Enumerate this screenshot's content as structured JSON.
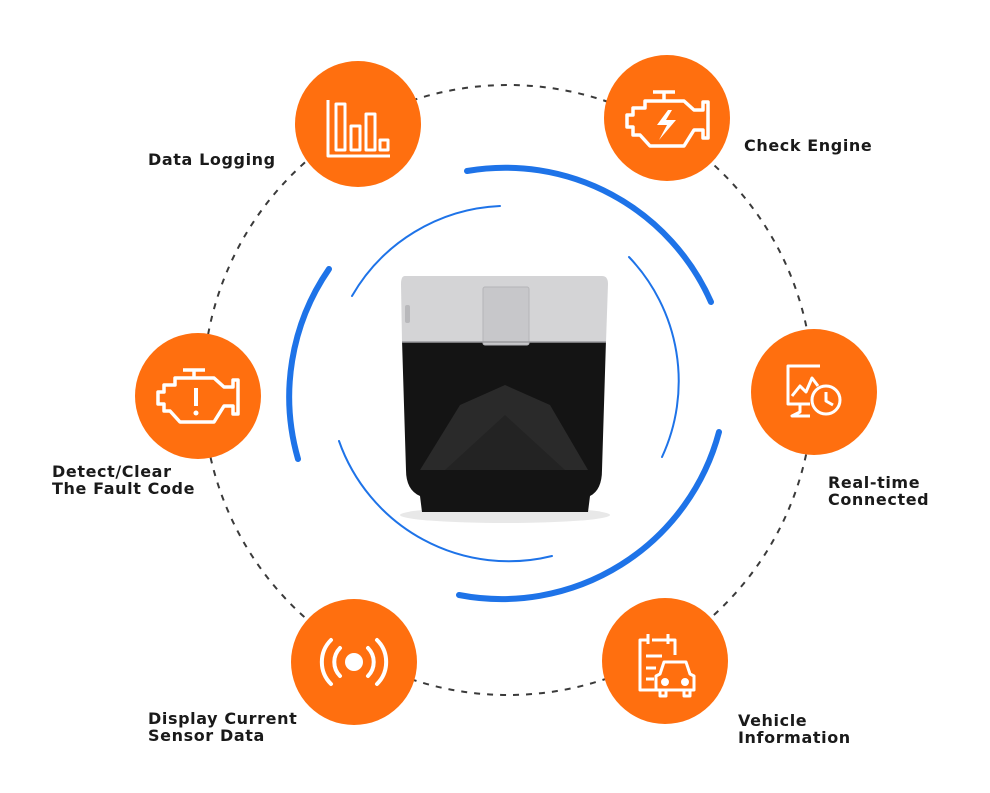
{
  "colors": {
    "accent_orange": "#ff6f0f",
    "ring_blue": "#1e73e8",
    "device_body": "#141414",
    "device_cap": "#d4d4d6",
    "label_text": "#1a1a1a",
    "dashed_ring": "#3a3a3a"
  },
  "features": [
    {
      "id": "data-logging",
      "icon": "bar-chart-icon",
      "label_lines": [
        "Data Logging"
      ]
    },
    {
      "id": "check-engine",
      "icon": "engine-icon",
      "label_lines": [
        "Check Engine"
      ]
    },
    {
      "id": "realtime-connected",
      "icon": "monitor-clock-icon",
      "label_lines": [
        "Real-time",
        "Connected"
      ]
    },
    {
      "id": "vehicle-information",
      "icon": "clipboard-car-icon",
      "label_lines": [
        "Vehicle",
        "Information"
      ]
    },
    {
      "id": "sensor-data",
      "icon": "signal-waves-icon",
      "label_lines": [
        "Display Current",
        "Sensor Data"
      ]
    },
    {
      "id": "fault-code",
      "icon": "engine-warning-icon",
      "label_lines": [
        "Detect/Clear",
        "The Fault Code"
      ]
    }
  ]
}
